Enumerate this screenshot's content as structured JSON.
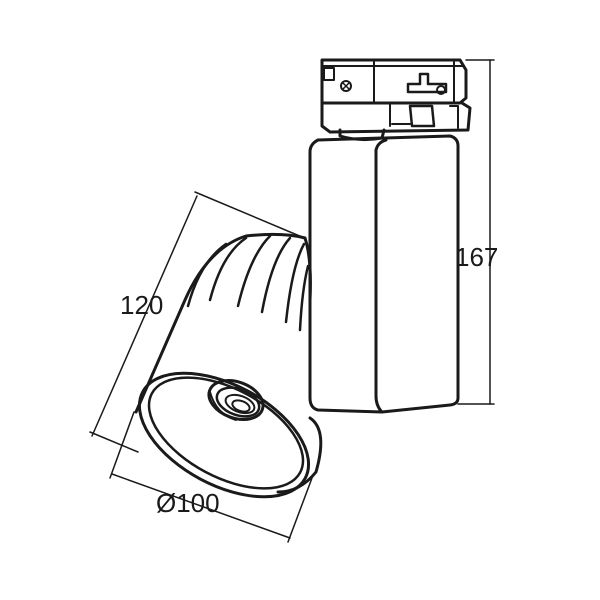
{
  "dimensions": {
    "height_label": "167",
    "length_label": "120",
    "diameter_label": "Ø100"
  },
  "colors": {
    "line": "#1a1a1a",
    "background": "#ffffff"
  }
}
